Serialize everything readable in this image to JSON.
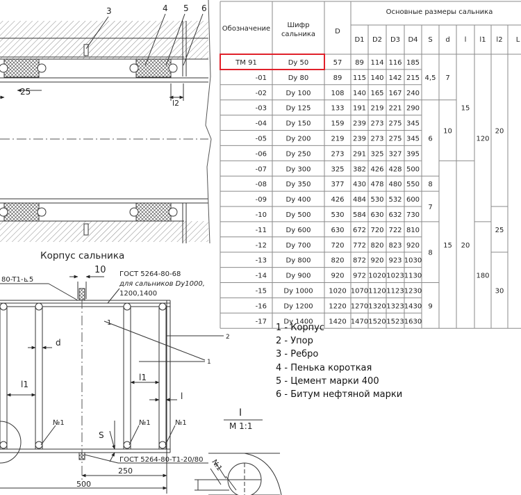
{
  "labels": {
    "section_title": "Корпус сальника",
    "callouts": [
      "3",
      "4",
      "5",
      "6"
    ],
    "dim_25": "25",
    "dim_l2": "l2",
    "dim_10": "10",
    "weld_top": "80-T1-⊾5",
    "gost_top_1": "ГОСТ 5264-80-68",
    "gost_top_2": "для сальников Dy1000,",
    "gost_top_3": "1200,1400",
    "gost_bottom": "ГОСТ 5264-80-Т1-20/80",
    "dim_d": "d",
    "dim_l1_left": "l1",
    "dim_l1_right": "l1",
    "dim_l": "l",
    "dim_S": "S",
    "mark_n1_a": "№1",
    "mark_n1_b": "№1",
    "mark_n1_c": "№1",
    "mark_n1_d": "№1",
    "leader_1a": "1",
    "leader_1b": "1",
    "leader_2": "2",
    "dim_250": "250",
    "dim_500": "500",
    "view_I": "I",
    "view_scale": "М 1:1"
  },
  "table": {
    "headers": {
      "designation": "Обозначение",
      "cipher": "Шифр сальника",
      "D": "D",
      "main_sizes": "Основные размеры сальника",
      "D1": "D1",
      "D2": "D2",
      "D3": "D3",
      "D4": "D4",
      "S": "S",
      "d": "d",
      "l": "l",
      "l1": "l1",
      "l2": "l2",
      "L": "L"
    },
    "rows": [
      {
        "designation": "ТМ 91",
        "cipher": "Dy 50",
        "D": "57",
        "D1": "89",
        "D2": "114",
        "D3": "116",
        "D4": "185"
      },
      {
        "designation": "-01",
        "cipher": "Dy 80",
        "D": "89",
        "D1": "115",
        "D2": "140",
        "D3": "142",
        "D4": "215"
      },
      {
        "designation": "-02",
        "cipher": "Dy 100",
        "D": "108",
        "D1": "140",
        "D2": "165",
        "D3": "167",
        "D4": "240"
      },
      {
        "designation": "-03",
        "cipher": "Dy 125",
        "D": "133",
        "D1": "191",
        "D2": "219",
        "D3": "221",
        "D4": "290"
      },
      {
        "designation": "-04",
        "cipher": "Dy 150",
        "D": "159",
        "D1": "239",
        "D2": "273",
        "D3": "275",
        "D4": "345"
      },
      {
        "designation": "-05",
        "cipher": "Dy 200",
        "D": "219",
        "D1": "239",
        "D2": "273",
        "D3": "275",
        "D4": "345"
      },
      {
        "designation": "-06",
        "cipher": "Dy 250",
        "D": "273",
        "D1": "291",
        "D2": "325",
        "D3": "327",
        "D4": "395"
      },
      {
        "designation": "-07",
        "cipher": "Dy 300",
        "D": "325",
        "D1": "382",
        "D2": "426",
        "D3": "428",
        "D4": "500"
      },
      {
        "designation": "-08",
        "cipher": "Dy 350",
        "D": "377",
        "D1": "430",
        "D2": "478",
        "D3": "480",
        "D4": "550"
      },
      {
        "designation": "-09",
        "cipher": "Dy 400",
        "D": "426",
        "D1": "484",
        "D2": "530",
        "D3": "532",
        "D4": "600"
      },
      {
        "designation": "-10",
        "cipher": "Dy 500",
        "D": "530",
        "D1": "584",
        "D2": "630",
        "D3": "632",
        "D4": "730"
      },
      {
        "designation": "-11",
        "cipher": "Dy 600",
        "D": "630",
        "D1": "672",
        "D2": "720",
        "D3": "722",
        "D4": "810"
      },
      {
        "designation": "-12",
        "cipher": "Dy 700",
        "D": "720",
        "D1": "772",
        "D2": "820",
        "D3": "823",
        "D4": "920"
      },
      {
        "designation": "-13",
        "cipher": "Dy 800",
        "D": "820",
        "D1": "872",
        "D2": "920",
        "D3": "923",
        "D4": "1030"
      },
      {
        "designation": "-14",
        "cipher": "Dy 900",
        "D": "920",
        "D1": "972",
        "D2": "1020",
        "D3": "1023",
        "D4": "1130"
      },
      {
        "designation": "-15",
        "cipher": "Dy 1000",
        "D": "1020",
        "D1": "1070",
        "D2": "1120",
        "D3": "1123",
        "D4": "1230"
      },
      {
        "designation": "-16",
        "cipher": "Dy 1200",
        "D": "1220",
        "D1": "1270",
        "D2": "1320",
        "D3": "1323",
        "D4": "1430"
      },
      {
        "designation": "-17",
        "cipher": "Dy 1400",
        "D": "1420",
        "D1": "1470",
        "D2": "1520",
        "D3": "1523",
        "D4": "1630"
      }
    ],
    "merged": {
      "S_45": "4,5",
      "S_6": "6",
      "S_8a": "8",
      "S_7": "7",
      "S_8b": "8",
      "S_9": "9",
      "d_7": "7",
      "d_10": "10",
      "d_15": "15",
      "l_15": "15",
      "l_20": "20",
      "l1_120": "120",
      "l1_180": "180",
      "l2_20": "20",
      "l2_25": "25",
      "l2_30": "30"
    },
    "highlight_color": "#e0202a"
  },
  "legend": [
    "1 - Корпус",
    "2 - Упор",
    "3 - Ребро",
    "4 - Пенька короткая",
    "5 - Цемент марки 400",
    "6 - Битум нефтяной марки"
  ]
}
